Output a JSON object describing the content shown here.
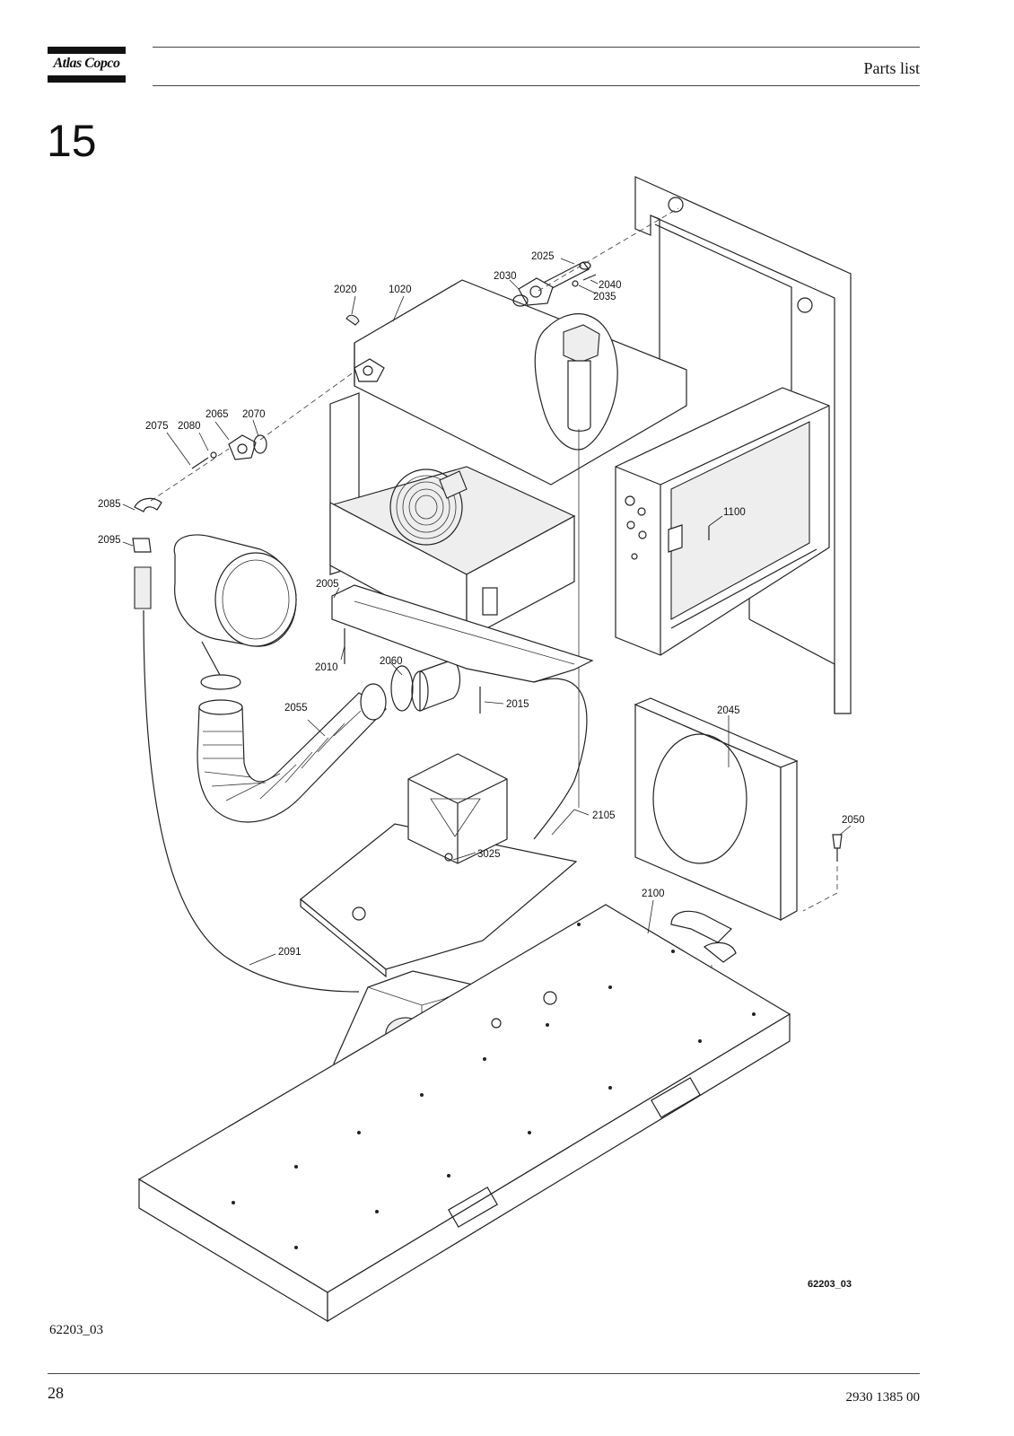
{
  "header": {
    "logo_text": "Atlas Copco",
    "title": "Parts list"
  },
  "section_number": "15",
  "figure": {
    "drawing_id_label": "62203_03",
    "callouts": [
      "1020",
      "1100",
      "2005",
      "2010",
      "2015",
      "2020",
      "2025",
      "2030",
      "2035",
      "2040",
      "2045",
      "2050",
      "2055",
      "2060",
      "2065",
      "2070",
      "2075",
      "2080",
      "2085",
      "2091",
      "2095",
      "2100",
      "2105",
      "3025"
    ]
  },
  "caption": "62203_03",
  "footer": {
    "page_number": "28",
    "document_number": "2930 1385 00"
  }
}
